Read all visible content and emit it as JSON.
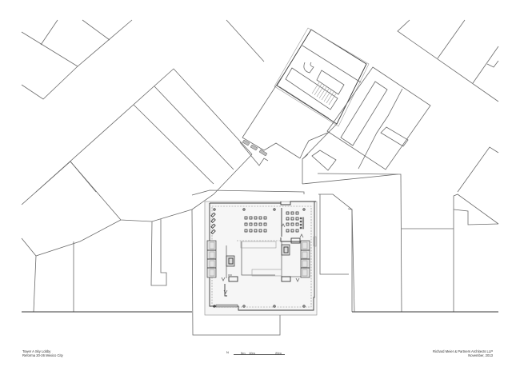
{
  "drawing": {
    "type": "architectural floor plan",
    "title_block_left": {
      "line1": "Tower A Sky Lobby",
      "line2": "Reforma 20-26 Mexico City"
    },
    "title_block_right": {
      "line1": "Richard Meier & Partners Architects LLP",
      "line2": "November, 2013"
    },
    "scale_bar": {
      "north_symbol": "N",
      "labels": [
        "5m",
        "10m",
        "20m"
      ]
    },
    "colors": {
      "background": "#ffffff",
      "lines": "#6a6a6a",
      "walls": "#3a3a3a",
      "fill": "#bdbdbd"
    }
  }
}
